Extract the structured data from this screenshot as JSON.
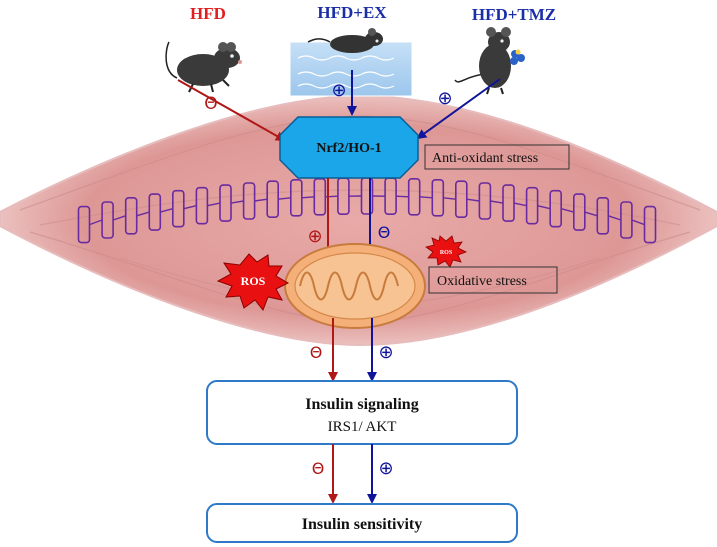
{
  "groups": {
    "hfd": {
      "label": "HFD",
      "color": "#e02020"
    },
    "hfd_ex": {
      "label": "HFD+EX",
      "color": "#1a2ea8"
    },
    "hfd_tmz": {
      "label": "HFD+TMZ",
      "color": "#1a2ea8"
    }
  },
  "symbols": {
    "inhibit": "Θ",
    "promote": "⊕"
  },
  "nodes": {
    "nrf2": "Nrf2/HO-1",
    "anti_oxidant": "Anti-oxidant stress",
    "ros_main": "ROS",
    "ros_small": "ROS",
    "oxidative": "Oxidative stress",
    "insulin_signaling_title": "Insulin signaling",
    "insulin_signaling_sub": "IRS1/ AKT",
    "insulin_sensitivity": "Insulin sensitivity"
  },
  "colors": {
    "red_arrow": "#b01818",
    "blue_arrow": "#10149a",
    "muscle": "#e0a0a0",
    "muscle_dark": "#c97575",
    "octagon": "#1aa6e8",
    "mito": "#f5b07a",
    "ros": "#e81010",
    "box_border": "#2e79c8",
    "sarcomere": "#6a2aa0"
  }
}
